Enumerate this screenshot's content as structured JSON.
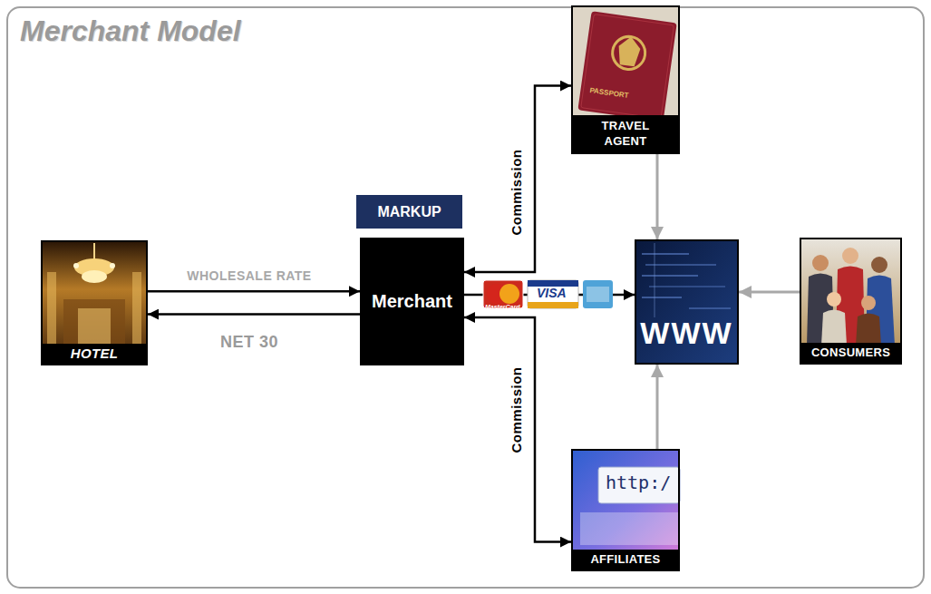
{
  "diagram": {
    "title": "Merchant Model",
    "nodes": [
      {
        "text": [
          "HOTEL"
        ]
      },
      {
        "text": [
          "MARKUP"
        ]
      },
      {
        "text": [
          "Merchant"
        ]
      },
      {
        "text": [
          "TRAVEL AGENT"
        ]
      },
      {
        "text": [
          "WWW"
        ]
      },
      {
        "text": [
          "CONSUMERS"
        ]
      },
      {
        "text": [
          "AFFILIATES"
        ]
      }
    ],
    "edges": [
      {
        "from": 0,
        "to": 2,
        "label": "WHOLESALE RATE",
        "arrow": "to"
      },
      {
        "from": 2,
        "to": 0,
        "label": "NET 30",
        "arrow": "to"
      },
      {
        "from": 2,
        "to": 3,
        "label": "Commission",
        "arrow": "both"
      },
      {
        "from": 2,
        "to": 6,
        "label": "Commission",
        "arrow": "both"
      },
      {
        "from": 2,
        "to": 4,
        "arrow": "to"
      },
      {
        "from": 3,
        "to": 4,
        "arrow": "to"
      },
      {
        "from": 5,
        "to": 4,
        "arrow": "to"
      },
      {
        "from": 6,
        "to": 4,
        "arrow": "to"
      }
    ],
    "labels": [
      "PASSPORT",
      "MasterCard",
      "VISA",
      "http:/"
    ]
  }
}
